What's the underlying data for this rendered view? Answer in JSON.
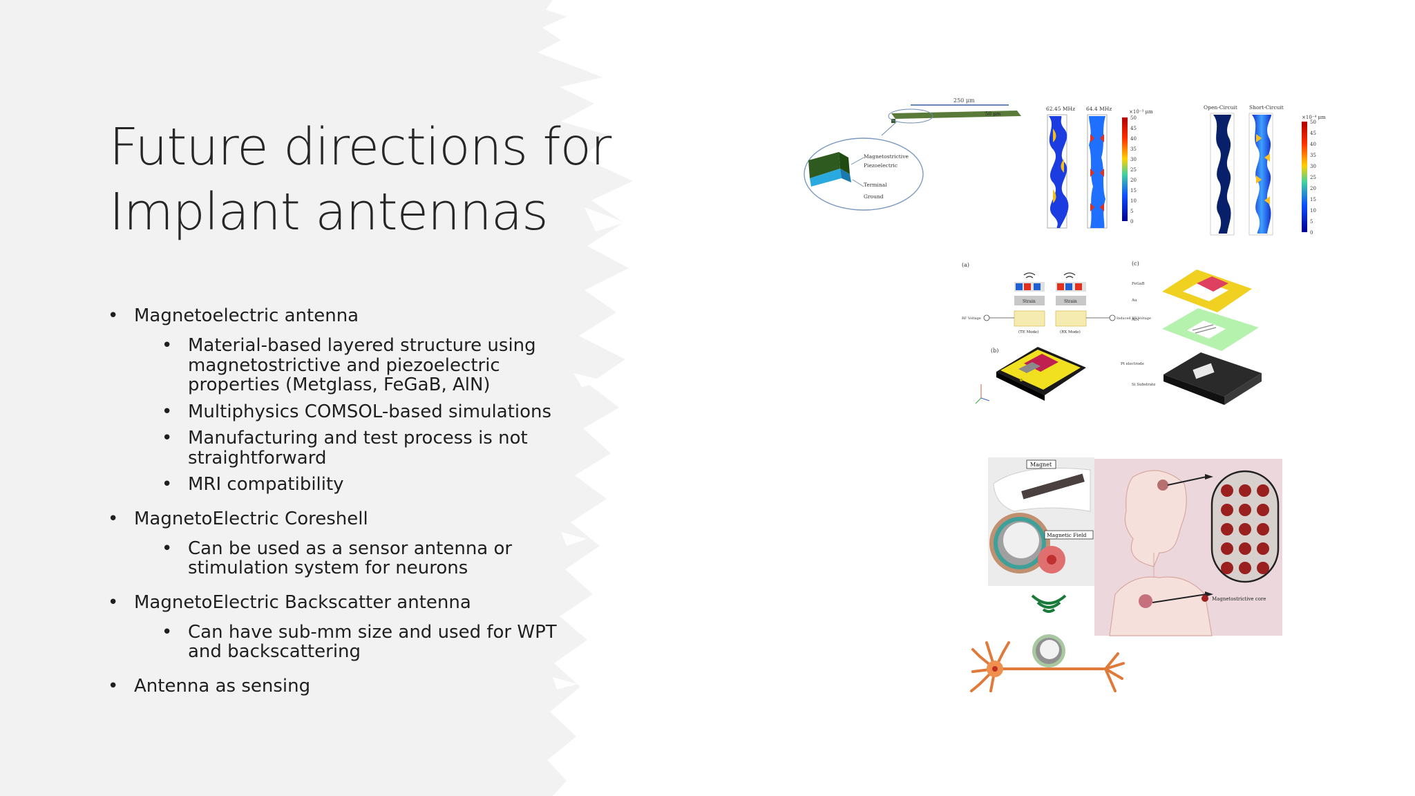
{
  "slide": {
    "title_line1": "Future directions for",
    "title_line2": "Implant antennas",
    "bullets": [
      {
        "text": "Magnetoelectric antenna",
        "sub": [
          "Material-based layered structure using magnetostrictive and piezoelectric properties (Metglass, FeGaB, AlN)",
          "Multiphysics COMSOL-based simulations",
          "Manufacturing and test process is not straightforward",
          "MRI compatibility"
        ]
      },
      {
        "text": "MagnetoElectric Coreshell",
        "sub": [
          "Can be used as a sensor antenna or stimulation system for neurons"
        ]
      },
      {
        "text": "MagnetoElectric Backscatter antenna",
        "sub": [
          "Can have sub-mm size and used for WPT and backscattering"
        ]
      },
      {
        "text": "Antenna as sensing",
        "sub": []
      }
    ]
  },
  "figures": {
    "top": {
      "dim_width": "250 μm",
      "dim_thick": "50 μm",
      "layer_labels": [
        "Magnetostrictive",
        "Piezoelectric",
        "Terminal",
        "Ground"
      ],
      "freq1": "62.45 MHz",
      "freq2": "64.4 MHz",
      "scale_unit1": "×10⁻³ μm",
      "scale_ticks1": [
        "50",
        "45",
        "40",
        "35",
        "30",
        "25",
        "20",
        "15",
        "10",
        "5",
        "0"
      ],
      "open_circuit": "Open-Circuit",
      "short_circuit": "Short-Circuit",
      "scale_unit2": "×10⁻⁴ μm",
      "scale_ticks2": [
        "50",
        "45",
        "40",
        "35",
        "30",
        "25",
        "20",
        "15",
        "10",
        "5",
        "0"
      ]
    },
    "middle": {
      "panel_a": "(a)",
      "panel_b": "(b)",
      "panel_c": "(c)",
      "strain": "Strain",
      "te_mode": "(TE Mode)",
      "rx_mode": "(RX Mode)",
      "rf_voltage": "RF Voltage",
      "induced_voltage": "Induced RF Voltage",
      "c_labels": [
        "FeGaB",
        "Au",
        "AlN",
        "Pt electrode",
        "Si Substrate"
      ]
    },
    "bottom": {
      "magnet": "Magnet",
      "magnetic_field": "Magnetic Field",
      "core_label": "Magnetostrictive core"
    }
  },
  "colors": {
    "title": "#262626",
    "text": "#1f1f1f",
    "brush_gray": "#f2f2f2"
  }
}
